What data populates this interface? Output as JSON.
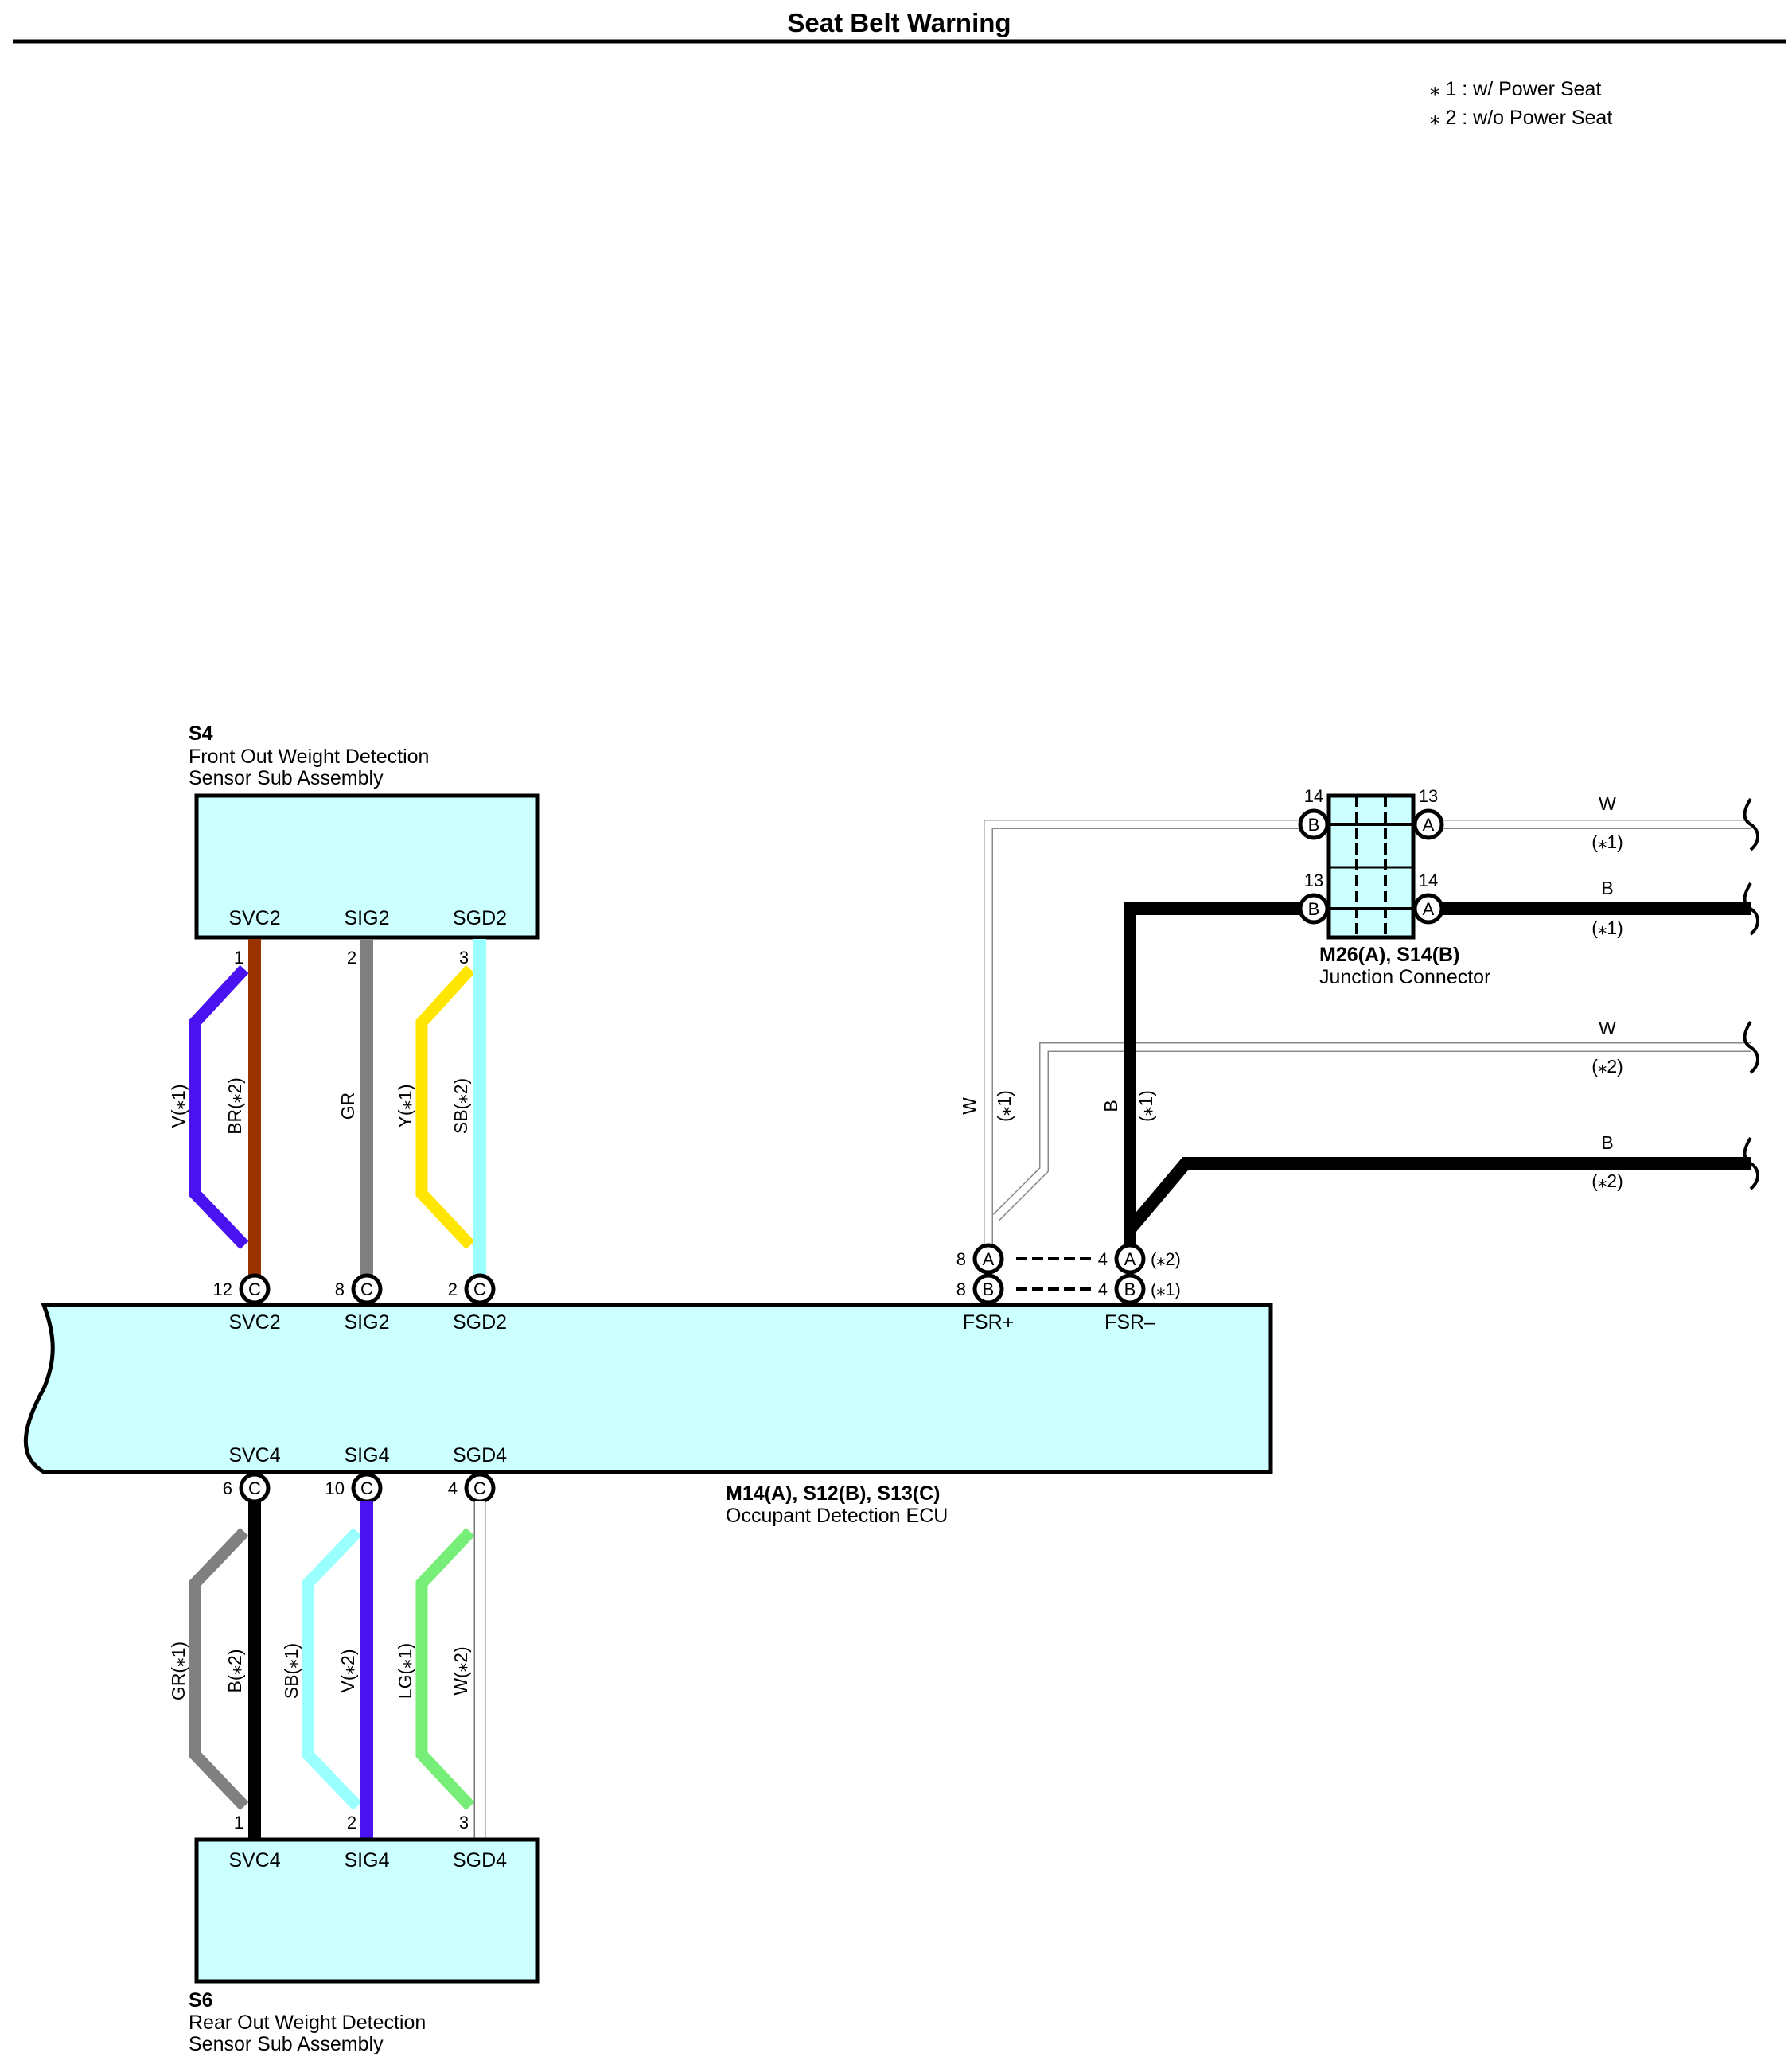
{
  "title": "Seat Belt Warning",
  "notes": [
    "⁎ 1 : w/ Power Seat",
    "⁎ 2 : w/o Power Seat"
  ],
  "colors": {
    "box_fill": "#ccffff",
    "violet": "#4a12f0",
    "brown": "#993300",
    "gray": "#808080",
    "yellow": "#ffe600",
    "sky_blue": "#99ffff",
    "black": "#000000",
    "light_green": "#77ee77",
    "white_wire": "#ffffff"
  },
  "components": {
    "s4": {
      "id": "S4",
      "name_line1": "Front Out Weight Detection",
      "name_line2": "Sensor Sub Assembly",
      "pins": [
        "SVC2",
        "SIG2",
        "SGD2"
      ],
      "pin_numbers": [
        "1",
        "2",
        "3"
      ]
    },
    "s6": {
      "id": "S6",
      "name_line1": "Rear Out Weight Detection",
      "name_line2": "Sensor Sub Assembly",
      "pins": [
        "SVC4",
        "SIG4",
        "SGD4"
      ],
      "pin_numbers": [
        "1",
        "2",
        "3"
      ]
    },
    "ecu": {
      "id": "M14(A), S12(B), S13(C)",
      "name": "Occupant Detection ECU",
      "top_pins": [
        "SVC2",
        "SIG2",
        "SGD2",
        "FSR+",
        "FSR–"
      ],
      "top_pin_numbers": [
        "12",
        "8",
        "2"
      ],
      "bottom_pins": [
        "SVC4",
        "SIG4",
        "SGD4"
      ],
      "bottom_pin_numbers": [
        "6",
        "10",
        "4"
      ],
      "connector_letter_c": "C",
      "fsr_rows": [
        {
          "left_num": "8",
          "left_conn": "A",
          "right_num": "4",
          "right_conn": "A",
          "variant": "(⁎2)"
        },
        {
          "left_num": "8",
          "left_conn": "B",
          "right_num": "4",
          "right_conn": "B",
          "variant": "(⁎1)"
        }
      ]
    },
    "junction": {
      "id": "M26(A), S14(B)",
      "name": "Junction Connector",
      "pin_numbers": [
        "14",
        "13",
        "13",
        "14"
      ],
      "connector_letters": [
        "B",
        "A",
        "B",
        "A"
      ]
    }
  },
  "wires": {
    "s4": [
      "V(⁎1)",
      "BR(⁎2)",
      "GR",
      "Y(⁎1)",
      "SB(⁎2)"
    ],
    "s6": [
      "GR(⁎1)",
      "B(⁎2)",
      "SB(⁎1)",
      "V(⁎2)",
      "LG(⁎1)",
      "W(⁎2)"
    ],
    "fsr": [
      "W",
      "(⁎1)",
      "B",
      "(⁎1)"
    ],
    "right": [
      {
        "color": "W",
        "variant": "(⁎1)"
      },
      {
        "color": "B",
        "variant": "(⁎1)"
      },
      {
        "color": "W",
        "variant": "(⁎2)"
      },
      {
        "color": "B",
        "variant": "(⁎2)"
      }
    ]
  }
}
